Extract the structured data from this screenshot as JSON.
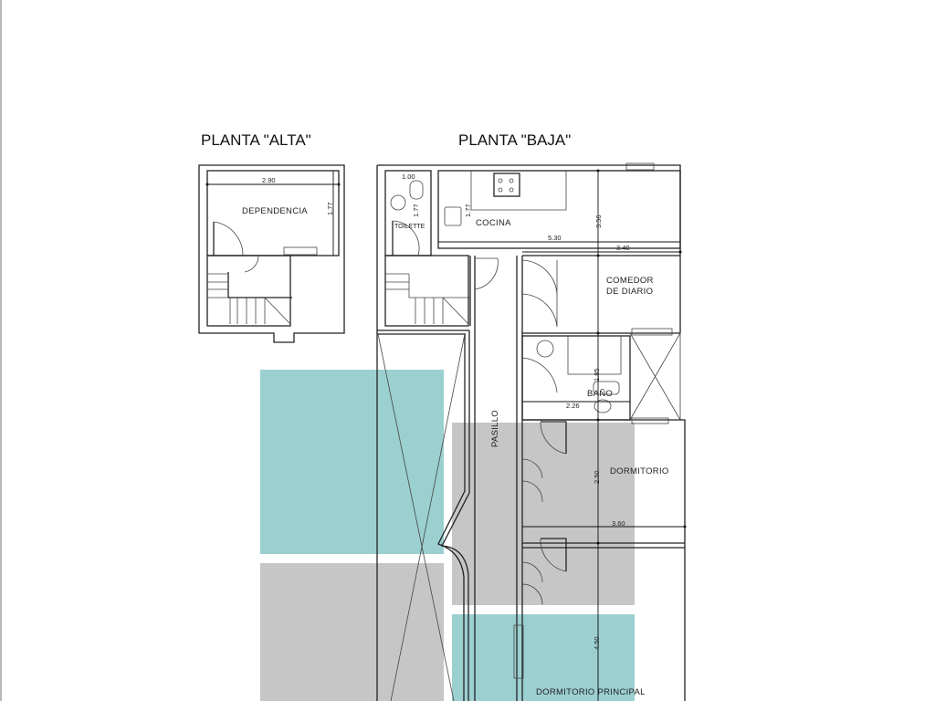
{
  "titles": {
    "upper": "PLANTA \"ALTA\"",
    "lower": "PLANTA \"BAJA\""
  },
  "rooms": {
    "dependencia": "DEPENDENCIA",
    "toilette": "TOILETTE",
    "cocina": "COCINA",
    "comedor_1": "COMEDOR",
    "comedor_2": "DE DIARIO",
    "bano": "BAÑO",
    "pasillo": "PASILLO",
    "dormitorio": "DORMITORIO",
    "dormitorio_principal": "DORMITORIO PRINCIPAL"
  },
  "dimensions": {
    "dep_width": "2.90",
    "dep_depth": "1.77",
    "toilette_width": "1.00",
    "toilette_depth": "1.77",
    "cocina_depth": "1.77",
    "cocina_width": "5.30",
    "comedor_depth": "3.56",
    "comedor_width": "3.40",
    "bano_depth": "1.85",
    "bano_width": "2.26",
    "dorm_depth": "2.50",
    "dorm_width": "3.60",
    "principal_depth": "4.50"
  },
  "colors": {
    "teal": "#9ccfd0",
    "gray": "#c6c6c6"
  }
}
